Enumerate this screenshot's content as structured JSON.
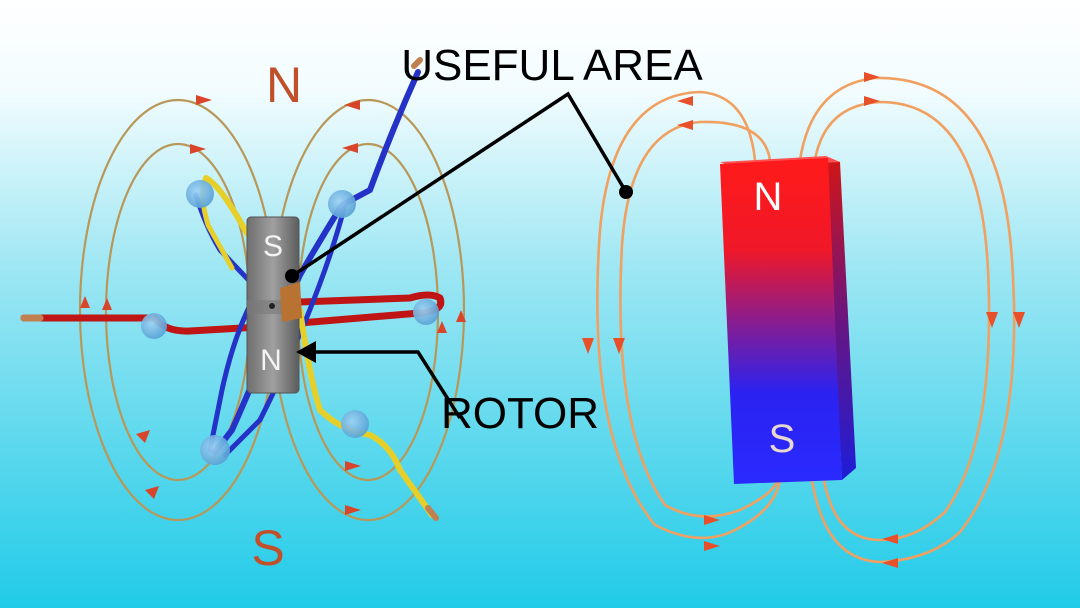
{
  "labels": {
    "useful_area": "USEFUL AREA",
    "rotor": "ROTOR",
    "left_north": "N",
    "left_south": "S",
    "rotor_top_pole": "S",
    "rotor_bottom_pole": "N",
    "bar_north": "N",
    "bar_south": "S"
  },
  "colors": {
    "background_top": "#ffffff",
    "background_bottom": "#21cbe8",
    "field_line": "#b89858",
    "field_line_right": "#f0a060",
    "arrow": "#d8452a",
    "pole_letter": "#c0502a",
    "wire_red": "#c01515",
    "wire_blue": "#2432c8",
    "wire_yellow": "#e6cf28",
    "joint": "#6fb2e0",
    "rotor_gray": "#8a8a8a",
    "bar_red": "#ff1a1a",
    "bar_blue": "#2020ff",
    "leader": "#000000"
  }
}
